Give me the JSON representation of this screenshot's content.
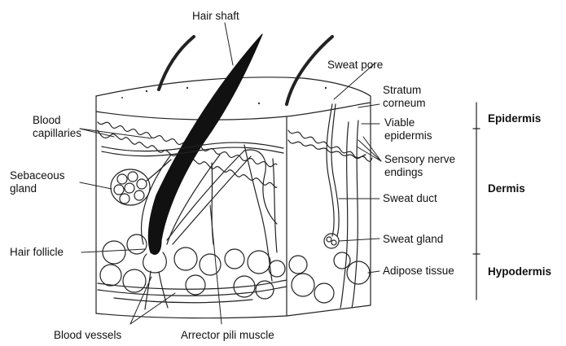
{
  "labels": {
    "hair_shaft": "Hair shaft",
    "sweat_pore": "Sweat pore",
    "stratum_corneum": [
      "Stratum",
      "corneum"
    ],
    "viable_epidermis": [
      "Viable",
      "epidermis"
    ],
    "sensory_nerve_endings": [
      "Sensory nerve",
      "endings"
    ],
    "sweat_duct": "Sweat duct",
    "sweat_gland": "Sweat gland",
    "adipose_tissue": "Adipose tissue",
    "blood_capillaries": [
      "Blood",
      "capillaries"
    ],
    "sebaceous_gland": [
      "Sebaceous",
      "gland"
    ],
    "hair_follicle": "Hair follicle",
    "blood_vessels": "Blood vessels",
    "arrector_pili_muscle": "Arrector pili muscle"
  },
  "layers": {
    "epidermis": "Epidermis",
    "dermis": "Dermis",
    "hypodermis": "Hypodermis"
  }
}
